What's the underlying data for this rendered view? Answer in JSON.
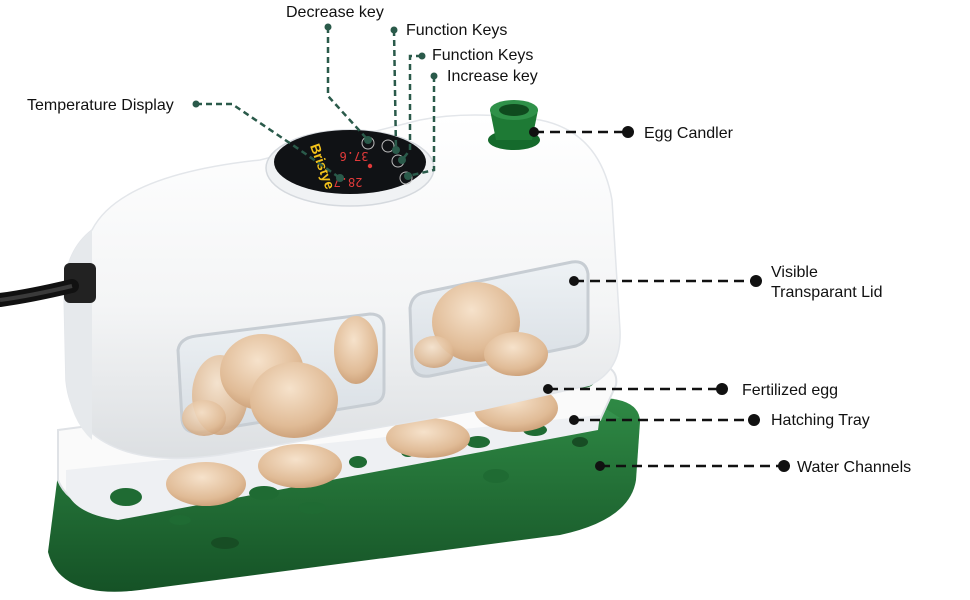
{
  "labels": {
    "decrease_key": "Decrease key",
    "function_keys_1": "Function Keys",
    "function_keys_2": "Function Keys",
    "increase_key": "Increase key",
    "temperature_display": "Temperature Display",
    "egg_candler": "Egg Candler",
    "visible_lid_line1": "Visible",
    "visible_lid_line2": "Transparant Lid",
    "fertilized_egg": "Fertilized egg",
    "hatching_tray": "Hatching Tray",
    "water_channels": "Water Channels"
  },
  "display": {
    "brand": "Bristye",
    "readout_top": "37.6",
    "readout_bottom": "28.7"
  },
  "colors": {
    "leader_dark": "#111111",
    "leader_green": "#2a5a4a",
    "base_green": "#1f6b33",
    "display_red": "#e23a3a",
    "brand_yellow": "#f3c21b"
  }
}
